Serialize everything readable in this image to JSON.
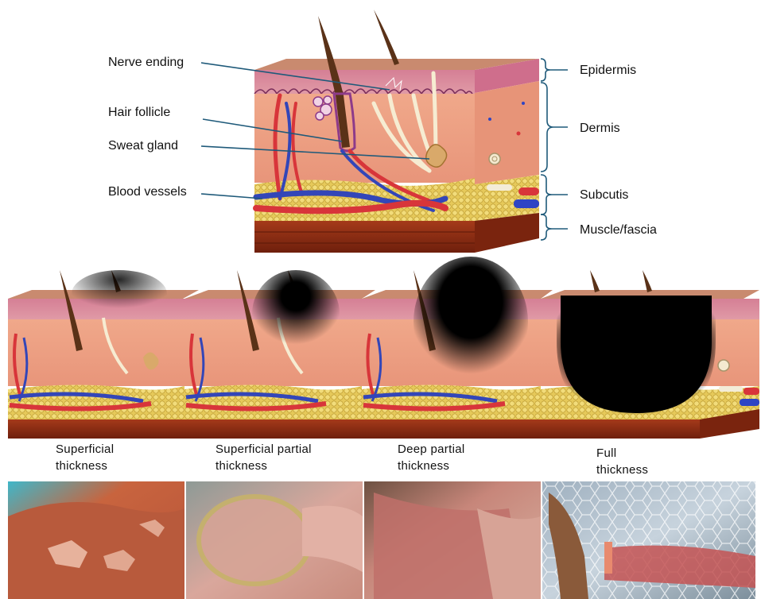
{
  "anatomy": {
    "left_labels": {
      "nerve_ending": "Nerve ending",
      "hair_follicle": "Hair follicle",
      "sweat_gland": "Sweat gland",
      "blood_vessels": "Blood vessels"
    },
    "layer_labels": {
      "epidermis": "Epidermis",
      "dermis": "Dermis",
      "subcutis": "Subcutis",
      "muscle_fascia": "Muscle/fascia"
    }
  },
  "burn_degrees": [
    {
      "line1": "Superficial",
      "line2": "thickness"
    },
    {
      "line1": "Superficial partial",
      "line2": "thickness"
    },
    {
      "line1": "Deep partial",
      "line2": "thickness"
    },
    {
      "line1": "Full",
      "line2": "thickness"
    }
  ],
  "colors": {
    "epidermis": "#d98a9c",
    "dermis": "#eda184",
    "subcutis": "#e6c95a",
    "muscle": "#8c2c14",
    "label_line": "#1f5a7a",
    "burn": "#000000"
  }
}
